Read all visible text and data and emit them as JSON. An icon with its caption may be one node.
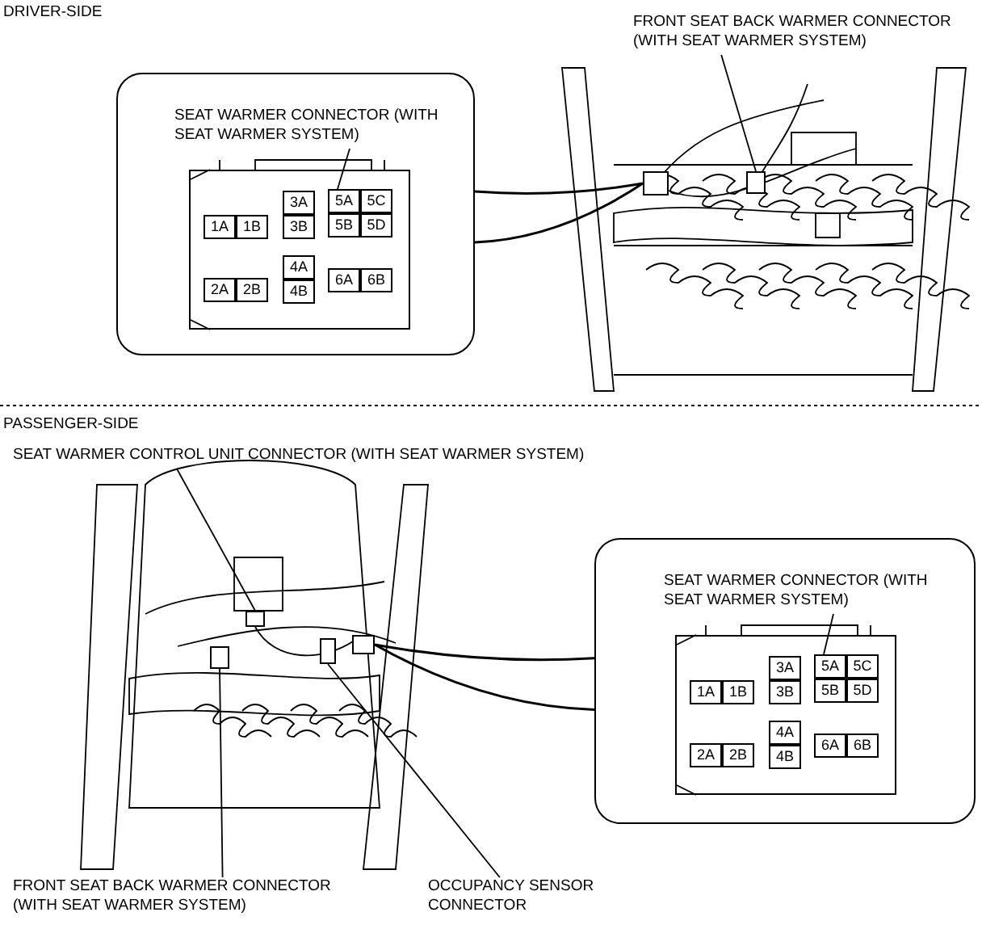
{
  "diagram": {
    "nodes": [
      {
        "text": [],
        "shape": "box"
      },
      {
        "text": [
          "SEAT WARMER CONNECTOR (WITH SEAT WARMER SYSTEM)"
        ],
        "in": 0
      },
      {
        "text": [],
        "shape": "box",
        "in": 0
      },
      {
        "text": [
          "1A"
        ],
        "in": 2
      },
      {
        "text": [
          "1B"
        ],
        "in": 2
      },
      {
        "text": [
          "3A"
        ],
        "in": 2
      },
      {
        "text": [
          "3B"
        ],
        "in": 2
      },
      {
        "text": [
          "5A"
        ],
        "in": 2
      },
      {
        "text": [
          "5C"
        ],
        "in": 2
      },
      {
        "text": [
          "5B"
        ],
        "in": 2
      },
      {
        "text": [
          "5D"
        ],
        "in": 2
      },
      {
        "text": [
          "2A"
        ],
        "in": 2
      },
      {
        "text": [
          "2B"
        ],
        "in": 2
      },
      {
        "text": [
          "4A"
        ],
        "in": 2
      },
      {
        "text": [
          "4B"
        ],
        "in": 2
      },
      {
        "text": [
          "6A"
        ],
        "in": 2
      },
      {
        "text": [
          "6B"
        ],
        "in": 2
      },
      {
        "text": [],
        "shape": "picture"
      },
      {
        "text": [],
        "shape": "box",
        "in": 17
      },
      {
        "text": [],
        "shape": "box",
        "in": 17
      },
      {
        "text": [
          "FRONT SEAT BACK WARMER CONNECTOR (WITH SEAT WARMER SYSTEM)"
        ]
      },
      {
        "text": [
          "SEAT WARMER CONTROL UNIT CONNECTOR (WITH SEAT WARMER SYSTEM)"
        ]
      },
      {
        "text": [],
        "shape": "picture"
      },
      {
        "text": [],
        "shape": "box",
        "in": 22
      },
      {
        "text": [],
        "shape": "box",
        "in": 22
      },
      {
        "text": [],
        "shape": "box",
        "in": 22
      },
      {
        "text": [],
        "shape": "box",
        "in": 22
      },
      {
        "text": [],
        "shape": "box"
      },
      {
        "text": [
          "SEAT WARMER CONNECTOR (WITH SEAT WARMER SYSTEM)"
        ],
        "in": 27
      },
      {
        "text": [],
        "shape": "box",
        "in": 27
      },
      {
        "text": [
          "1A"
        ],
        "in": 29
      },
      {
        "text": [
          "1B"
        ],
        "in": 29
      },
      {
        "text": [
          "3A"
        ],
        "in": 29
      },
      {
        "text": [
          "3B"
        ],
        "in": 29
      },
      {
        "text": [
          "5A"
        ],
        "in": 29
      },
      {
        "text": [
          "5C"
        ],
        "in": 29
      },
      {
        "text": [
          "5B"
        ],
        "in": 29
      },
      {
        "text": [
          "5D"
        ],
        "in": 29
      },
      {
        "text": [
          "2A"
        ],
        "in": 29
      },
      {
        "text": [
          "2B"
        ],
        "in": 29
      },
      {
        "text": [
          "4A"
        ],
        "in": 29
      },
      {
        "text": [
          "4B"
        ],
        "in": 29
      },
      {
        "text": [
          "6A"
        ],
        "in": 29
      },
      {
        "text": [
          "6B"
        ],
        "in": 29
      },
      {
        "text": [
          "FRONT SEAT BACK WARMER CONNECTOR (WITH SEAT WARMER SYSTEM)"
        ]
      },
      {
        "text": [
          "OCCUPANCY SENSOR CONNECTOR"
        ]
      }
    ],
    "edges": [
      {
        "from": 1,
        "to": 7,
        "arrow": "none"
      },
      {
        "from": 0,
        "to": 18,
        "arrow": "none"
      },
      {
        "from": 20,
        "to": 19,
        "arrow": "none"
      },
      {
        "from": 21,
        "to": 23,
        "arrow": "none"
      },
      {
        "from": 27,
        "to": 26,
        "arrow": "none"
      },
      {
        "from": 28,
        "to": 34,
        "arrow": "none"
      },
      {
        "from": 44,
        "to": 24,
        "arrow": "none"
      },
      {
        "from": 45,
        "to": 25,
        "arrow": "none"
      }
    ],
    "labels": [
      "DRIVER-SIDE",
      "PASSENGER-SIDE"
    ]
  }
}
